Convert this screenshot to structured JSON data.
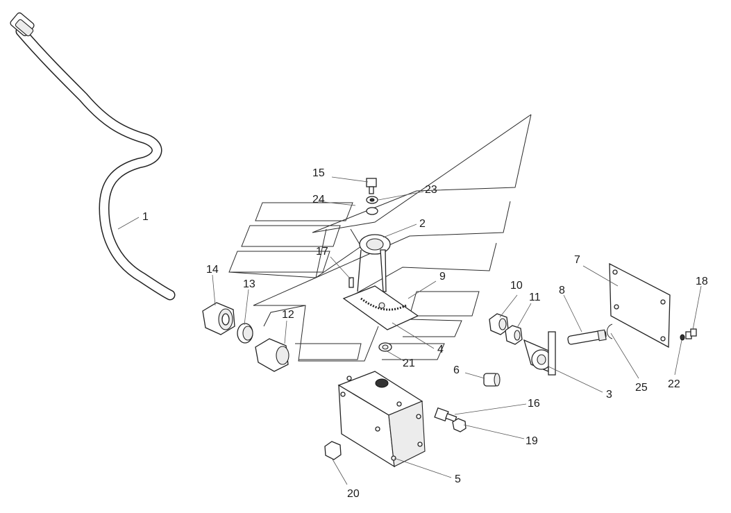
{
  "diagram": {
    "type": "exploded-parts-drawing",
    "callouts": [
      {
        "id": "c1",
        "label": "1"
      },
      {
        "id": "c2",
        "label": "2"
      },
      {
        "id": "c3",
        "label": "3"
      },
      {
        "id": "c4",
        "label": "4"
      },
      {
        "id": "c5",
        "label": "5"
      },
      {
        "id": "c6",
        "label": "6"
      },
      {
        "id": "c7",
        "label": "7"
      },
      {
        "id": "c8",
        "label": "8"
      },
      {
        "id": "c9",
        "label": "9"
      },
      {
        "id": "c10",
        "label": "10"
      },
      {
        "id": "c11",
        "label": "11"
      },
      {
        "id": "c12",
        "label": "12"
      },
      {
        "id": "c13",
        "label": "13"
      },
      {
        "id": "c14",
        "label": "14"
      },
      {
        "id": "c15",
        "label": "15"
      },
      {
        "id": "c16",
        "label": "16"
      },
      {
        "id": "c17",
        "label": "17"
      },
      {
        "id": "c18",
        "label": "18"
      },
      {
        "id": "c19",
        "label": "19"
      },
      {
        "id": "c20",
        "label": "20"
      },
      {
        "id": "c21",
        "label": "21"
      },
      {
        "id": "c22",
        "label": "22"
      },
      {
        "id": "c23",
        "label": "23"
      },
      {
        "id": "c24",
        "label": "24"
      },
      {
        "id": "c25",
        "label": "25"
      }
    ]
  }
}
